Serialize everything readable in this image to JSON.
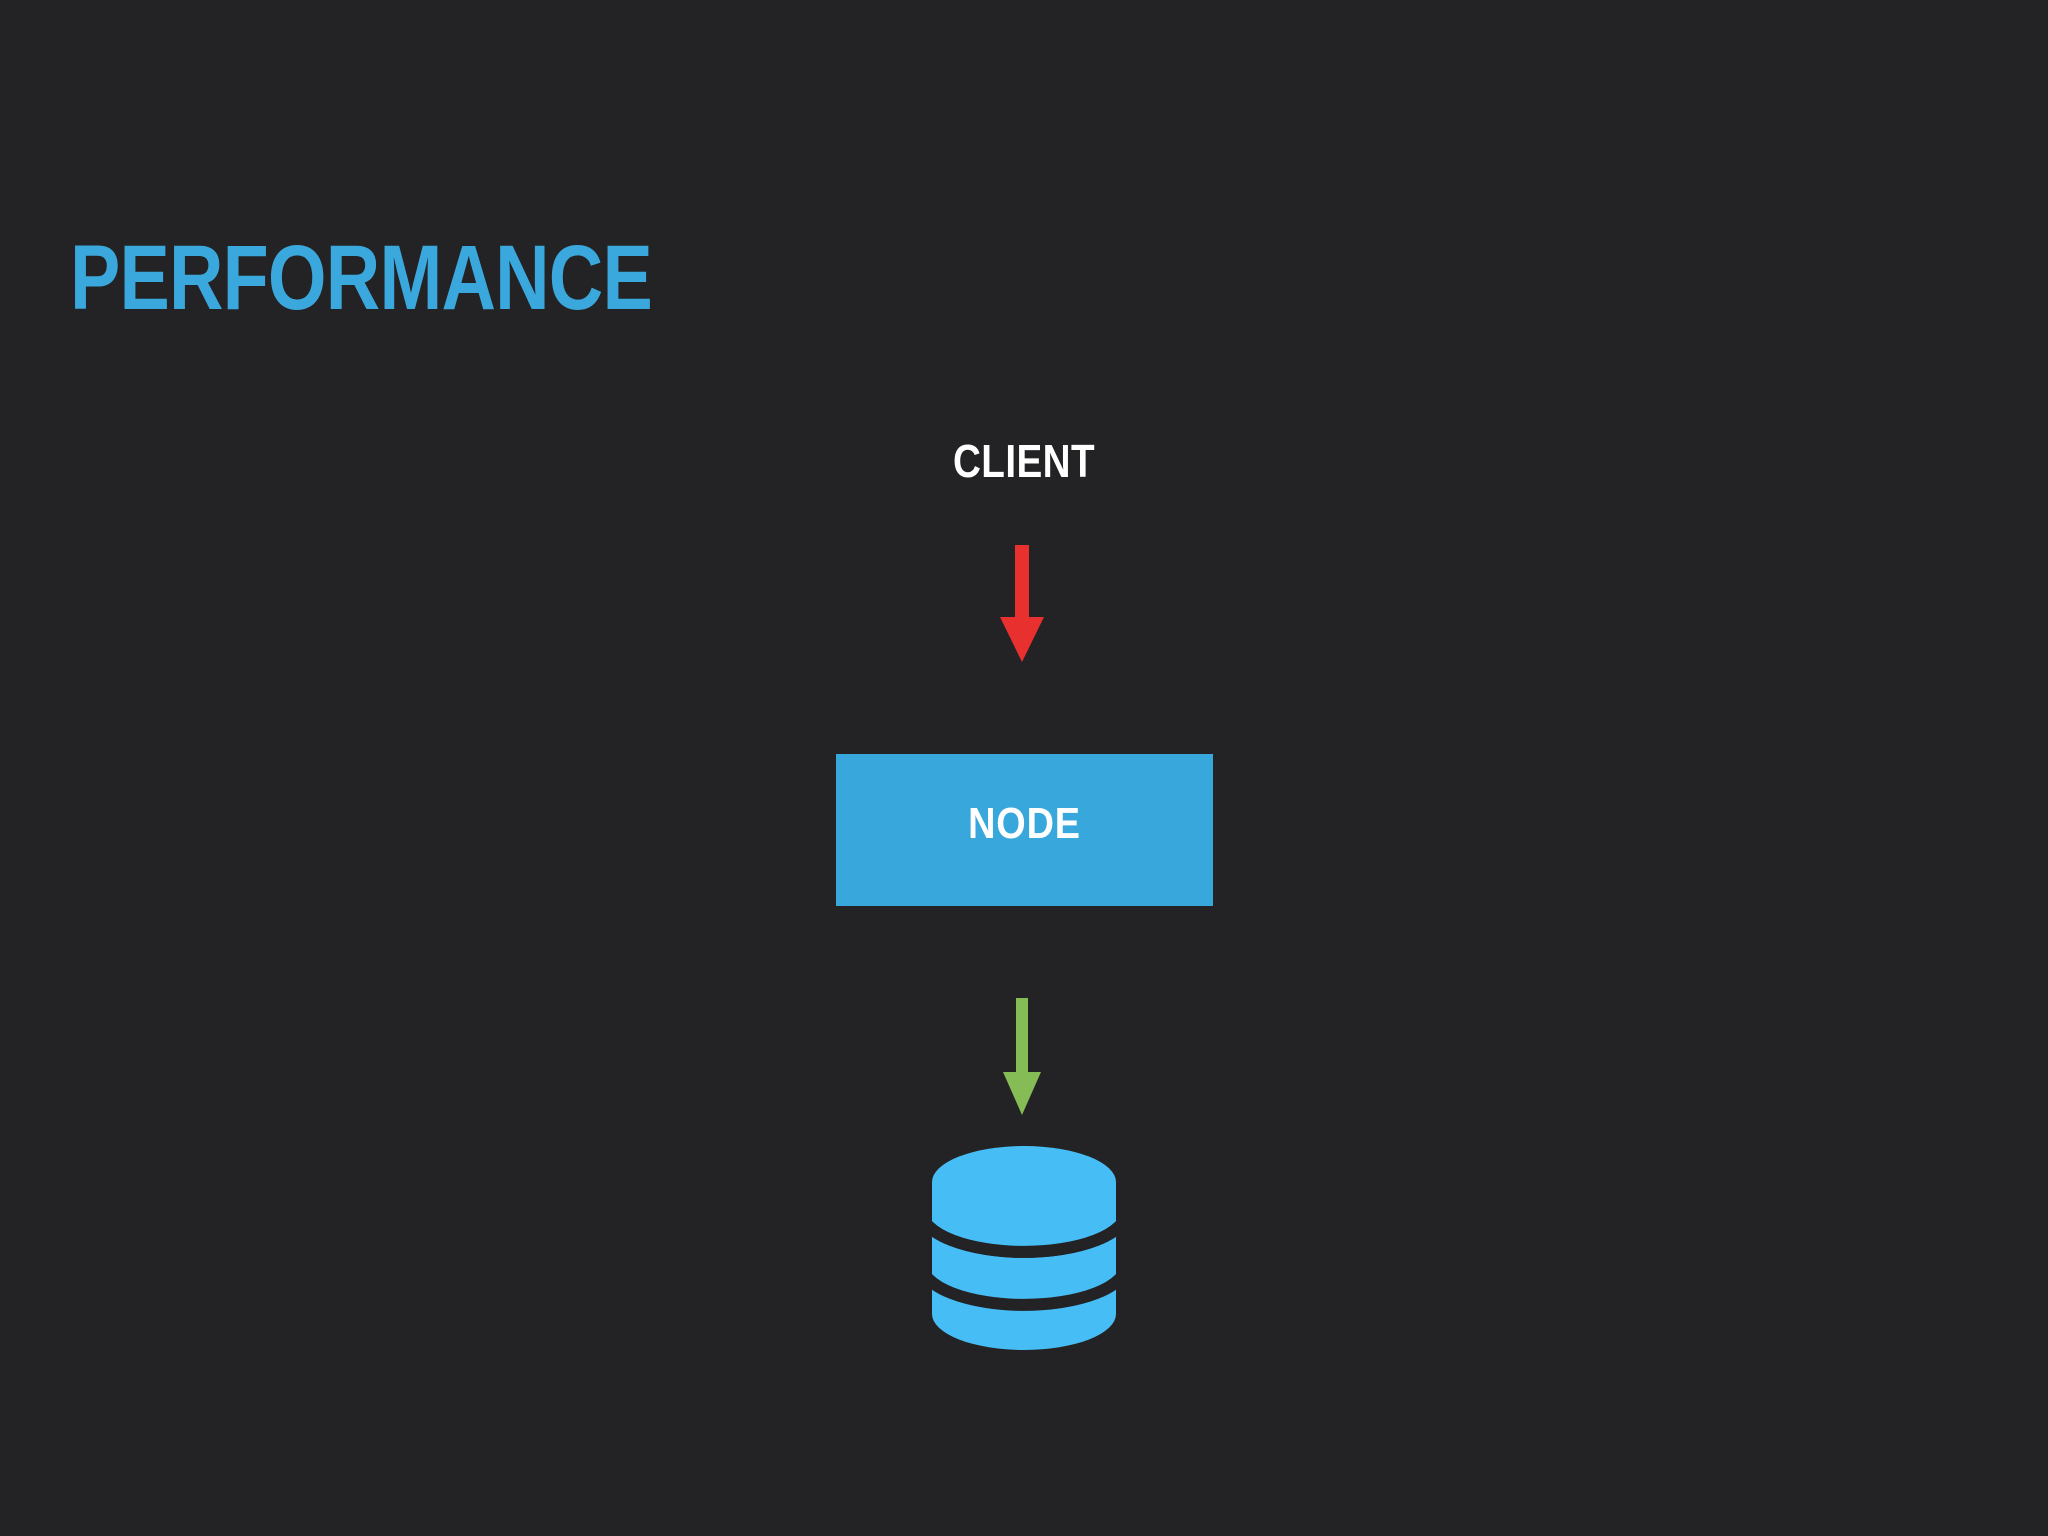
{
  "slide": {
    "title": "PERFORMANCE",
    "background_color": "#232224",
    "accent_color": "#3AA8DC"
  },
  "diagram": {
    "type": "flow",
    "orientation": "vertical",
    "nodes": [
      {
        "id": "client",
        "label": "CLIENT",
        "shape": "text",
        "text_color": "#FFFFFF"
      },
      {
        "id": "node",
        "label": "NODE",
        "shape": "rectangle",
        "fill_color": "#38A7DB",
        "text_color": "#FFFFFF"
      },
      {
        "id": "database",
        "label": "",
        "shape": "cylinder",
        "icon": "database-icon",
        "fill_color": "#46BEF5",
        "segments": 3
      }
    ],
    "edges": [
      {
        "id": "client-to-node",
        "from": "client",
        "to": "node",
        "direction": "down",
        "color": "#E8302E",
        "style": "solid-arrow"
      },
      {
        "id": "node-to-database",
        "from": "node",
        "to": "database",
        "direction": "down",
        "color": "#85BC55",
        "style": "solid-arrow"
      }
    ]
  }
}
